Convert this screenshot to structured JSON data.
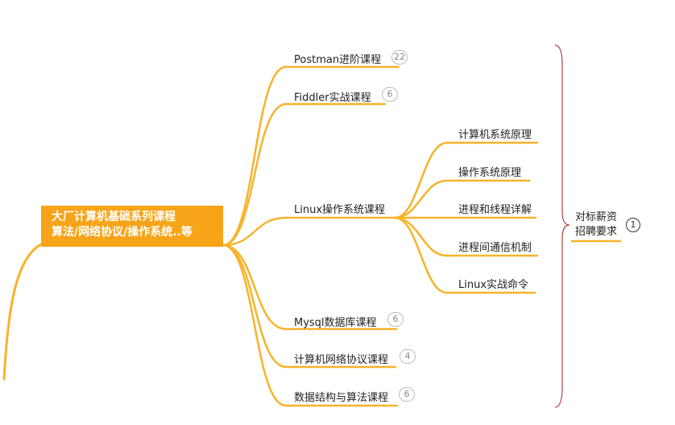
{
  "root": {
    "line1": "大厂计算机基础系列课程",
    "line2": "算法/网络协议/操作系统..等"
  },
  "branches": [
    {
      "label": "Postman进阶课程",
      "count": "22"
    },
    {
      "label": "Fiddler实战课程",
      "count": "6"
    },
    {
      "label": "Linux操作系统课程",
      "count": ""
    },
    {
      "label": "Mysql数据库课程",
      "count": "6"
    },
    {
      "label": "计算机网络协议课程",
      "count": "4"
    },
    {
      "label": "数据结构与算法课程",
      "count": "6"
    }
  ],
  "linux_children": [
    "计算机系统原理",
    "操作系统原理",
    "进程和线程详解",
    "进程间通信机制",
    "Linux实战命令"
  ],
  "summary": {
    "line1": "对标薪资",
    "line2": "招聘要求",
    "count": "1"
  },
  "colors": {
    "line": "#f7b32b",
    "root_bg": "#f7a419",
    "bracket": "#b04141"
  }
}
